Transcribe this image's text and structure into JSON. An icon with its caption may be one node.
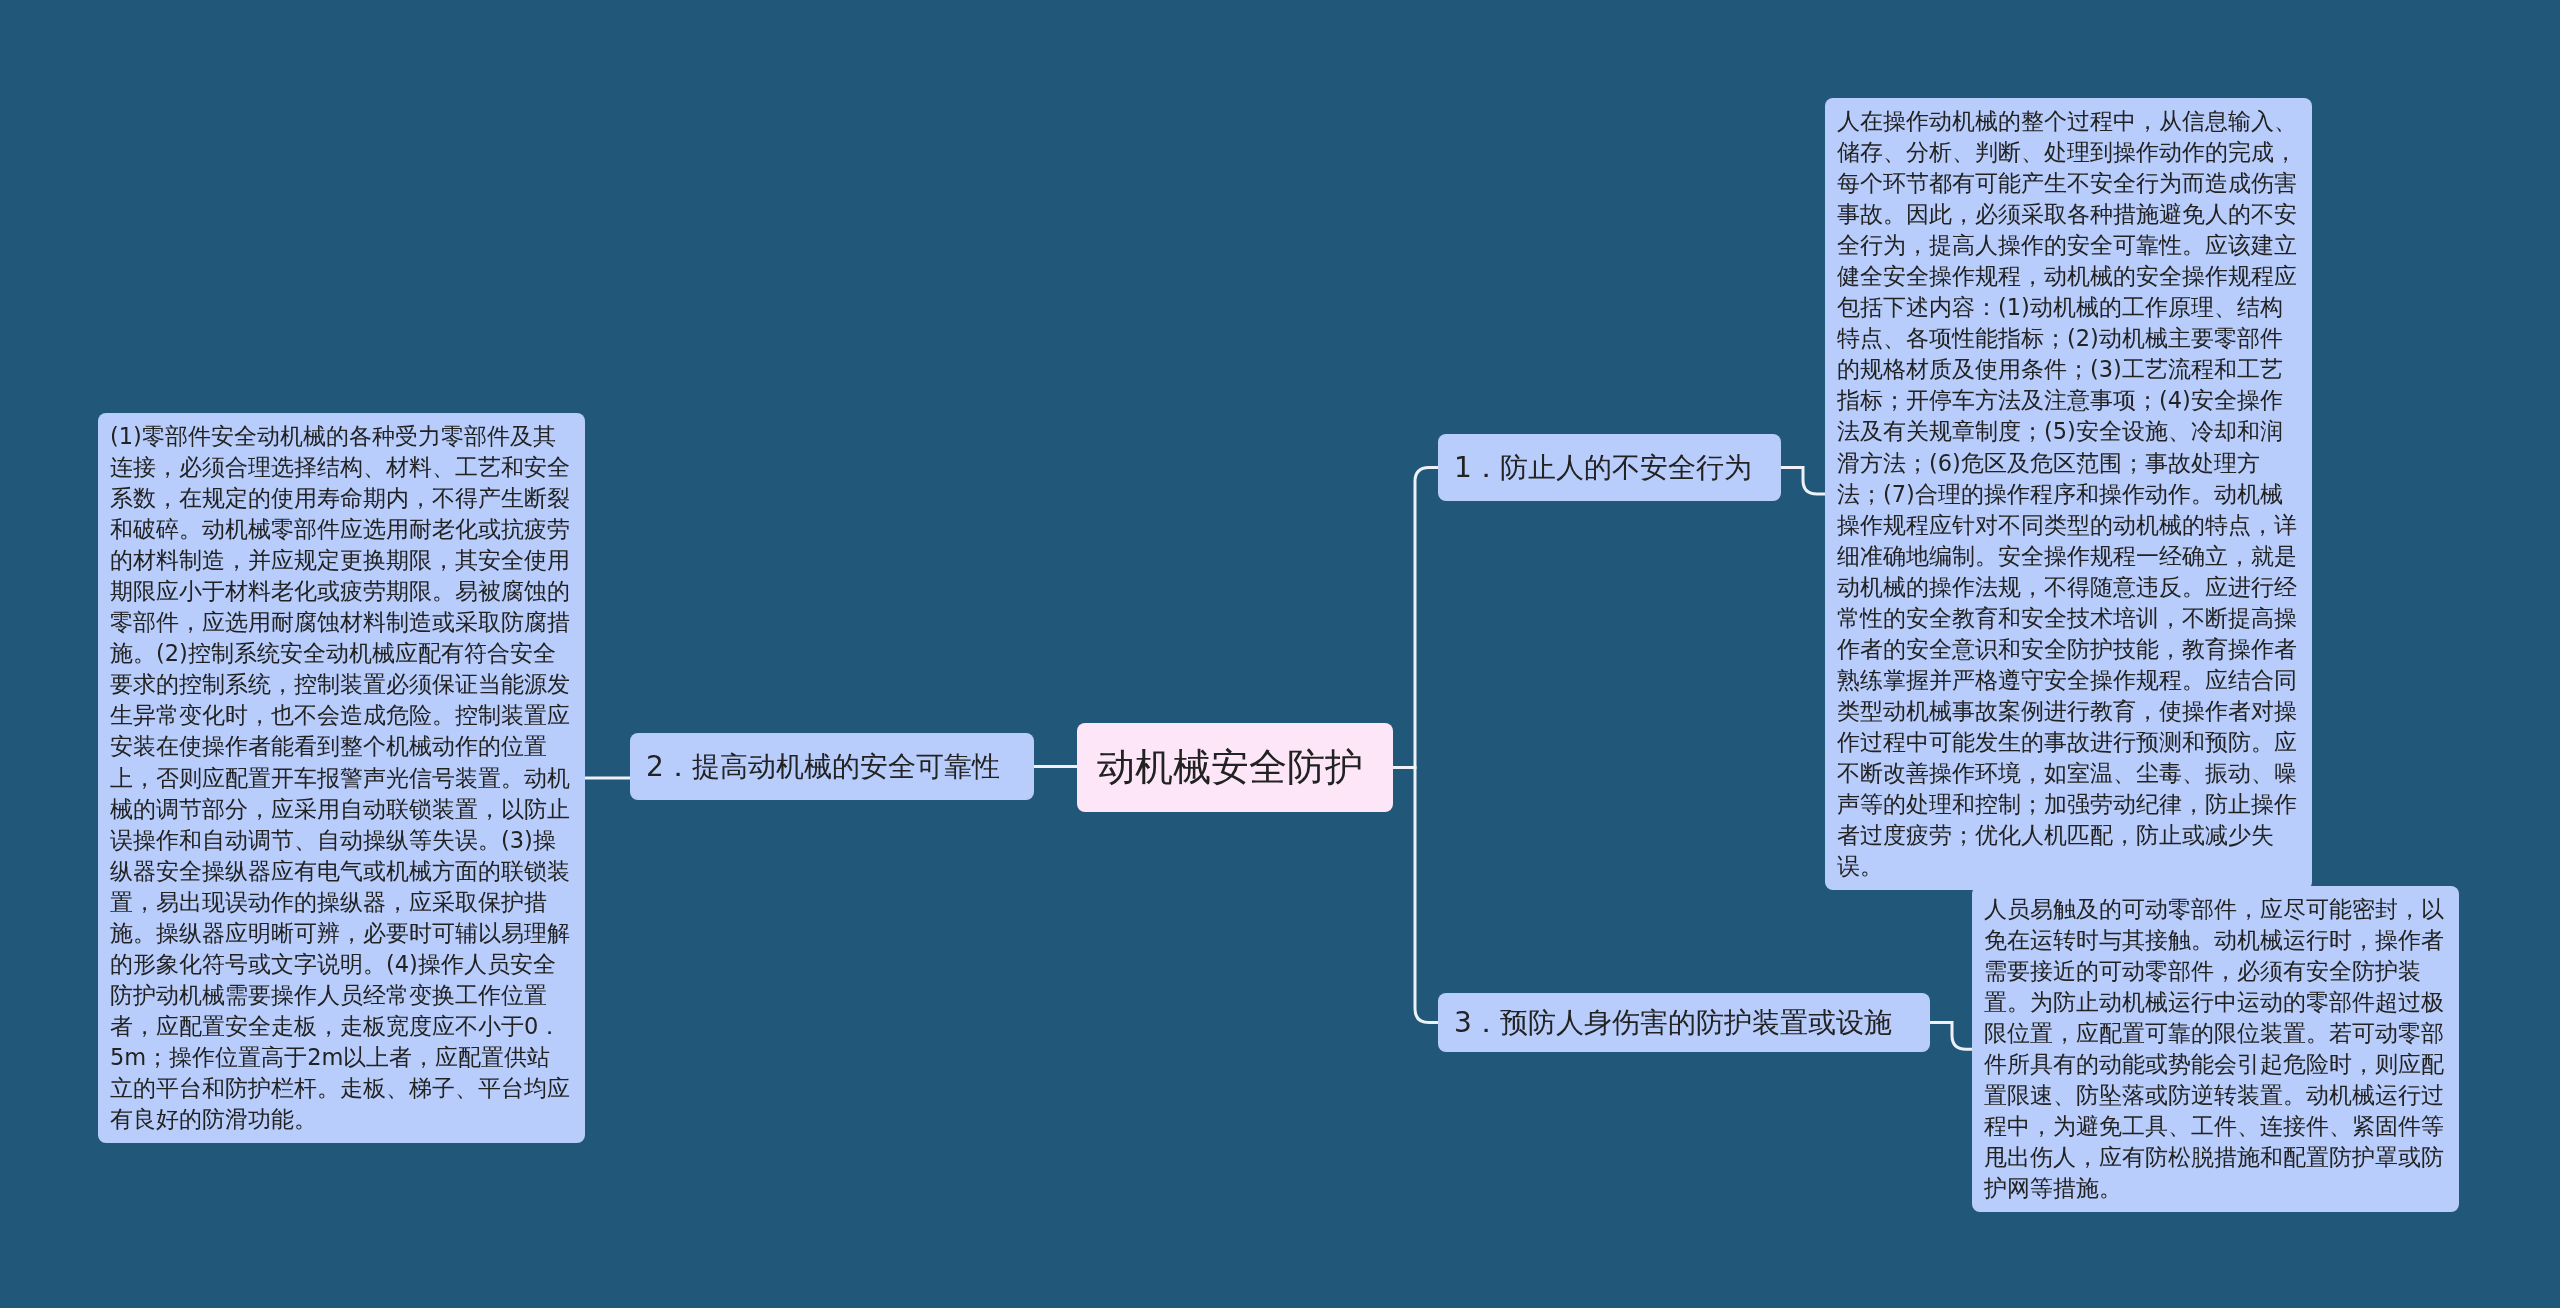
{
  "diagram": {
    "nodes": [
      {
        "text": [
          "动机械安全防护"
        ]
      },
      {
        "text": [
          "1．防止人的不安全行为"
        ]
      },
      {
        "text": [
          "人在操作动机械的整个过程中，从信息输入、储存、分析、判断、处理到操作动作的完成，每个环节都有可能产生不安全行为而造成伤害事故。因此，必须采取各种措施避免人的不安全行为，提高人操作的安全可靠性。应该建立健全安全操作规程，动机械的安全操作规程应包括下述内容：(1)动机械的工作原理、结构特点、各项性能指标；(2)动机械主要零部件的规格材质及使用条件；(3)工艺流程和工艺指标；开停车方法及注意事项；(4)安全操作法及有关规章制度；(5)安全设施、冷却和润滑方法；(6)危区及危区范围；事故处理方法；(7)合理的操作程序和操作动作。动机械操作规程应针对不同类型的动机械的特点，详细准确地编制。安全操作规程一经确立，就是动机械的操作法规，不得随意违反。应进行经常性的安全教育和安全技术培训，不断提高操作者的安全意识和安全防护技能，教育操作者熟练掌握并严格遵守安全操作规程。应结合同类型动机械事故案例进行教育，使操作者对操作过程中可能发生的事故进行预测和预防。应不断改善操作环境，如室温、尘毒、振动、噪声等的处理和控制；加强劳动纪律，防止操作者过度疲劳；优化人机匹配，防止或减少失误。"
        ]
      },
      {
        "text": [
          "2．提高动机械的安全可靠性"
        ]
      },
      {
        "text": [
          "(1)零部件安全动机械的各种受力零部件及其连接，必须合理选择结构、材料、工艺和安全系数，在规定的使用寿命期内，不得产生断裂和破碎。动机械零部件应选用耐老化或抗疲劳的材料制造，并应规定更换期限，其安全使用期限应小于材料老化或疲劳期限。易被腐蚀的零部件，应选用耐腐蚀材料制造或采取防腐措施。(2)控制系统安全动机械应配有符合安全要求的控制系统，控制装置必须保证当能源发生异常变化时，也不会造成危险。控制装置应安装在使操作者能看到整个机械动作的位置上，否则应配置开车报警声光信号装置。动机械的调节部分，应采用自动联锁装置，以防止误操作和自动调节、自动操纵等失误。(3)操纵器安全操纵器应有电气或机械方面的联锁装置，易出现误动作的操纵器，应采取保护措施。操纵器应明晰可辨，必要时可辅以易理解的形象化符号或文字说明。(4)操作人员安全防护动机械需要操作人员经常变换工作位置者，应配置安全走板，走板宽度应不小于0．5m；操作位置高于2m以上者，应配置供站立的平台和防护栏杆。走板、梯子、平台均应有良好的防滑功能。"
        ]
      },
      {
        "text": [
          "3．预防人身伤害的防护装置或设施"
        ]
      },
      {
        "text": [
          "人员易触及的可动零部件，应尽可能密封，以免在运转时与其接触。动机械运行时，操作者需要接近的可动零部件，必须有安全防护装置。为防止动机械运行中运动的零部件超过极限位置，应配置可靠的限位装置。若可动零部件所具有的动能或势能会引起危险时，则应配置限速、防坠落或防逆转装置。动机械运行过程中，为避免工具、工件、连接件、紧固件等甩出伤人，应有防松脱措施和配置防护罩或防护网等措施。"
        ]
      }
    ],
    "edges": [
      {
        "from": 0,
        "to": 1,
        "arrow": "none"
      },
      {
        "from": 1,
        "to": 2,
        "arrow": "none"
      },
      {
        "from": 0,
        "to": 3,
        "arrow": "none"
      },
      {
        "from": 3,
        "to": 4,
        "arrow": "none"
      },
      {
        "from": 0,
        "to": 5,
        "arrow": "none"
      },
      {
        "from": 5,
        "to": 6,
        "arrow": "none"
      }
    ]
  }
}
